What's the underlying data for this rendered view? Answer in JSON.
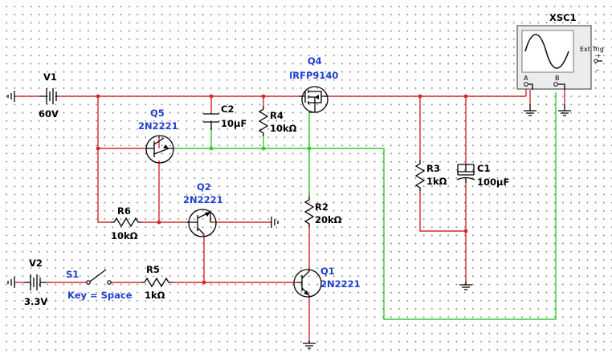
{
  "components": {
    "v1": {
      "ref": "V1",
      "value": "60V"
    },
    "v2": {
      "ref": "V2",
      "value": "3.3V"
    },
    "s1": {
      "ref": "S1",
      "value": "Key = Space"
    },
    "q1": {
      "ref": "Q1",
      "part": "2N2221"
    },
    "q2": {
      "ref": "Q2",
      "part": "2N2221"
    },
    "q4": {
      "ref": "Q4",
      "part": "IRFP9140"
    },
    "q5": {
      "ref": "Q5",
      "part": "2N2221"
    },
    "c1": {
      "ref": "C1",
      "value": "100µF"
    },
    "c2": {
      "ref": "C2",
      "value": "10µF"
    },
    "r2": {
      "ref": "R2",
      "value": "20kΩ"
    },
    "r3": {
      "ref": "R3",
      "value": "1kΩ"
    },
    "r4": {
      "ref": "R4",
      "value": "10kΩ"
    },
    "r5": {
      "ref": "R5",
      "value": "1kΩ"
    },
    "r6": {
      "ref": "R6",
      "value": "10kΩ"
    },
    "xsc1": {
      "ref": "XSC1",
      "ext_trig": "Ext Trig",
      "ch_a": "A",
      "ch_b": "B",
      "plus": "+",
      "minus": "_"
    }
  },
  "colors": {
    "wire_main": "#d42a2a",
    "wire_signal": "#36c736",
    "label_blue": "#1f3fd0",
    "symbol": "#000000"
  }
}
